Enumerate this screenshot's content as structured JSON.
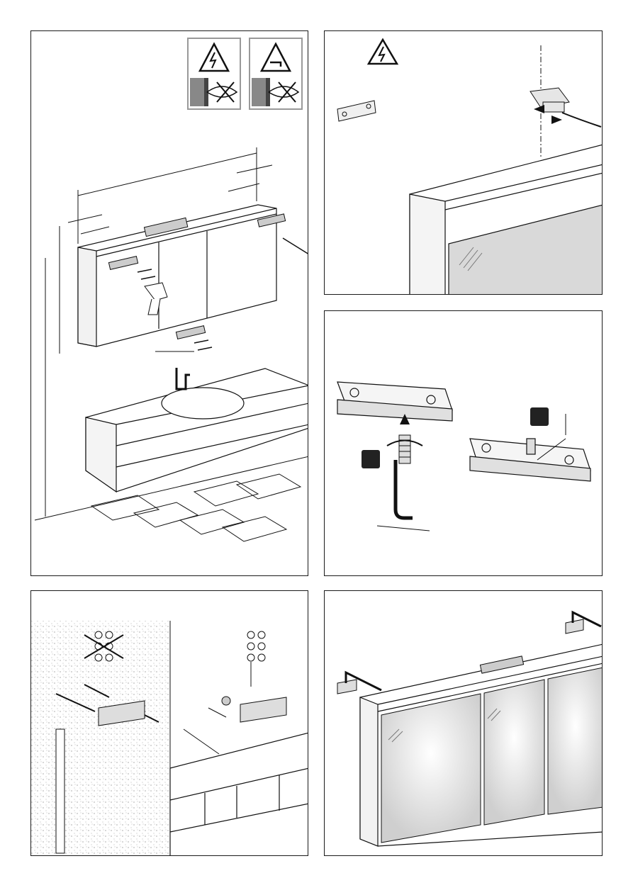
{
  "document": {
    "panels": [
      {
        "id": "wall-mounting-overview",
        "warnings": [
          "electric-hazard-icon",
          "water-pipe-hazard-icon",
          "no-drilling-icon"
        ]
      },
      {
        "id": "electrical-connection",
        "warnings": [
          "electric-hazard-icon"
        ]
      },
      {
        "id": "height-adjustment",
        "step_labels": [
          "",
          ""
        ]
      },
      {
        "id": "wall-plug-selection"
      },
      {
        "id": "hanging-cabinet"
      }
    ],
    "colors": {
      "line": "#1a1a1a",
      "mirror": "#d9d9d9",
      "grey_fill": "#bdbdbd",
      "badge": "#222222"
    }
  }
}
